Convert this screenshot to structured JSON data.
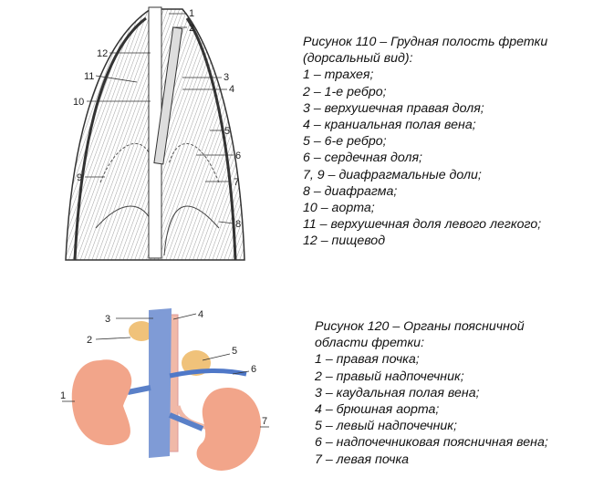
{
  "figure110": {
    "title_line1": "Рисунок 110 – Грудная полость фретки",
    "title_line2": "(дорсальный вид):",
    "items": [
      "1 – трахея;",
      "2 – 1-е ребро;",
      "3 – верхушечная правая доля;",
      "4 – краниальная полая вена;",
      "5 – 6-е ребро;",
      "6 – сердечная доля;",
      "7, 9 – диафрагмальные доли;",
      "8 – диафрагма;",
      "10 – аорта;",
      "11 – верхушечная доля левого легкого;",
      "12 – пищевод"
    ],
    "callouts": [
      "1",
      "2",
      "3",
      "4",
      "5",
      "6",
      "7",
      "8",
      "9",
      "10",
      "11",
      "12"
    ]
  },
  "figure120": {
    "title_line1": "Рисунок 120 – Органы поясничной",
    "title_line2": "области фретки:",
    "items": [
      "1 – правая почка;",
      "2 – правый надпочечник;",
      "3 – каудальная полая вена;",
      "4 – брюшная аорта;",
      "5 – левый надпочечник;",
      "6 – надпочечниковая поясничная вена;",
      "7 – левая почка"
    ],
    "callouts": [
      "1",
      "2",
      "3",
      "4",
      "5",
      "6",
      "7"
    ],
    "colors": {
      "kidney": "#f2a58a",
      "adrenal": "#f0c27a",
      "vein": "#6f8fd0",
      "aorta": "#f0b9a8"
    }
  }
}
